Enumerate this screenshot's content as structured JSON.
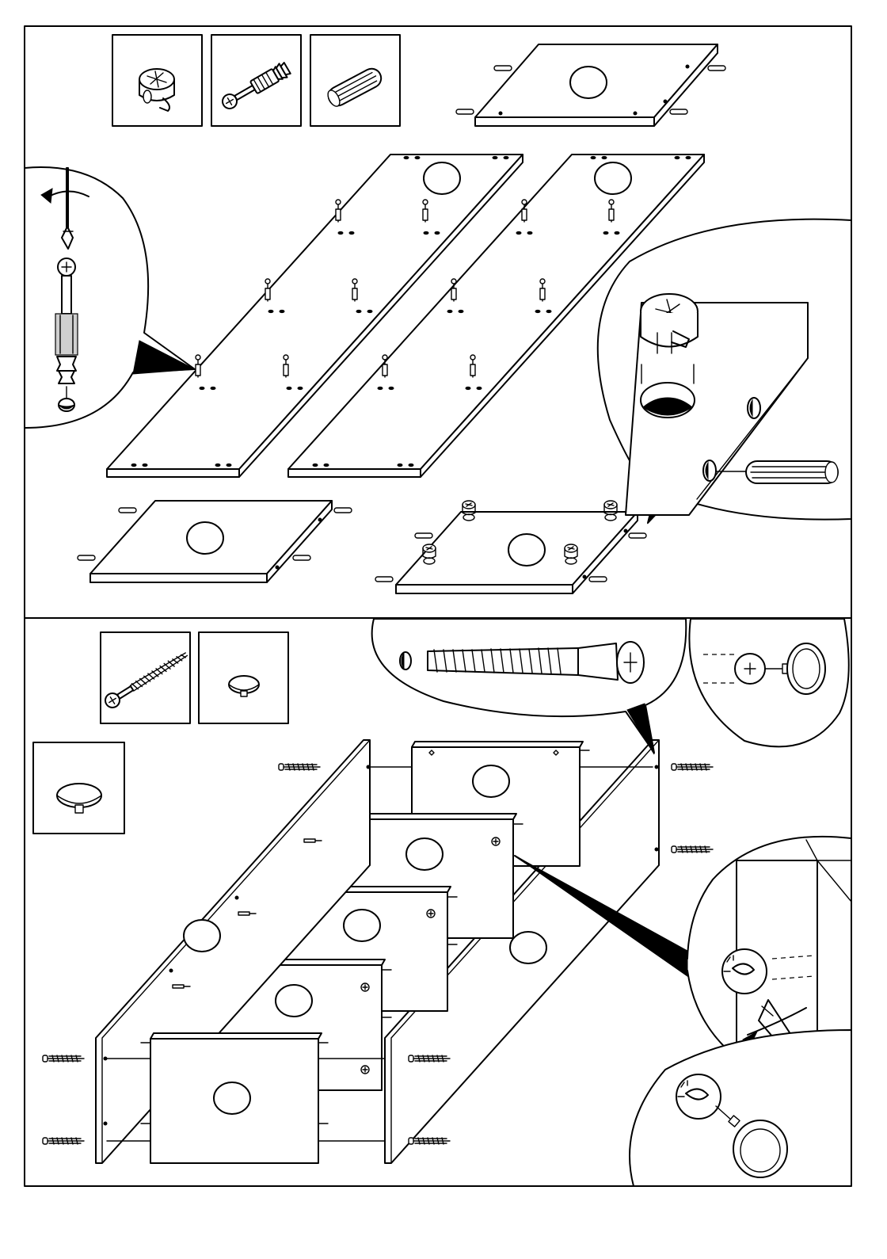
{
  "diagram": {
    "panels": [
      "top-assembly-step",
      "bottom-assembly-step"
    ],
    "hardware_boxes": {
      "top": [
        "cam-lock-icon",
        "connector-bolt-icon",
        "wooden-dowel-icon"
      ],
      "bottom": [
        "long-screw-icon",
        "cover-cap-icon",
        "cover-cap-large-icon"
      ]
    },
    "detail_callouts": [
      "bolt-insert-detail",
      "cam-lock-detail",
      "screw-detail",
      "cap-detail",
      "cam-tighten-detail",
      "cam-cap-detail"
    ],
    "colors": {
      "line": "#000000",
      "background": "#ffffff",
      "shade": "#cfcfcf"
    }
  }
}
